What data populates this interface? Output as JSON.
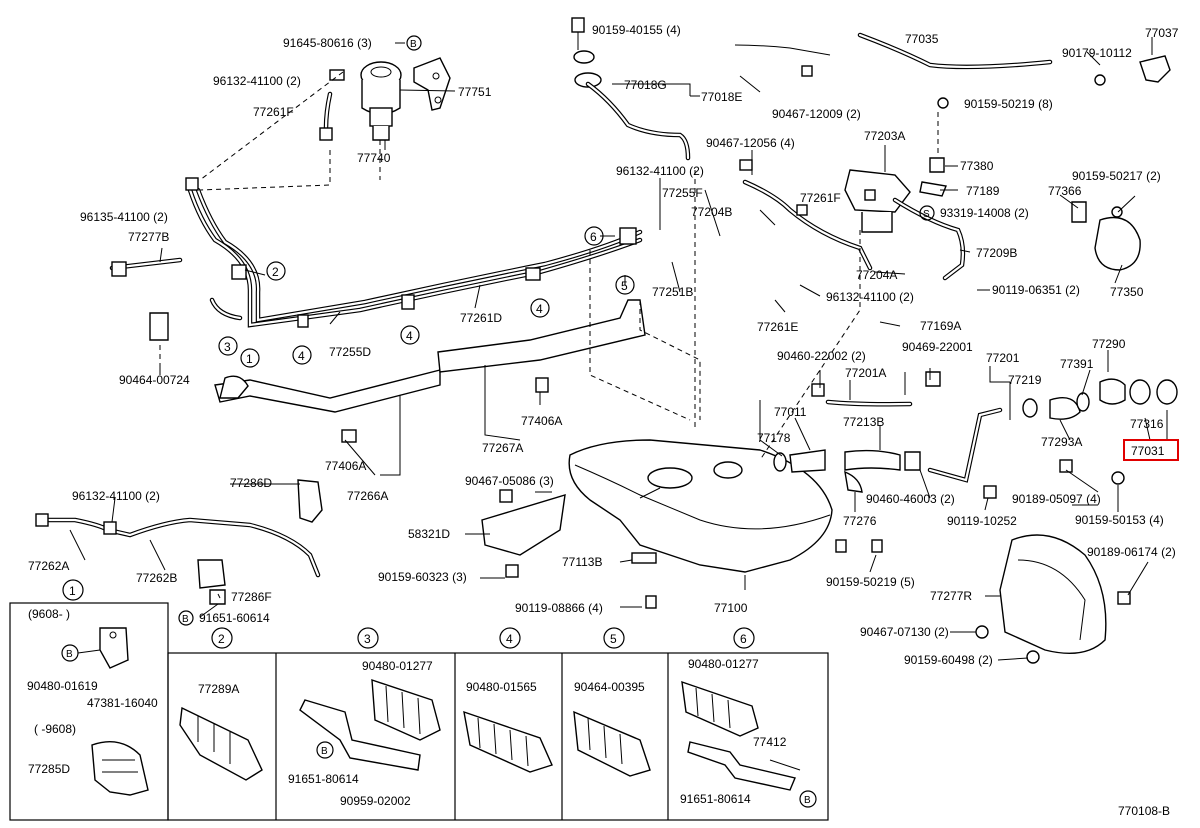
{
  "diagram_id": "770108-B",
  "highlight": {
    "label": "77031",
    "color": "#e00000"
  },
  "part_labels": [
    "91645-80616 (3)",
    "96132-41100 (2)",
    "77261F",
    "77740",
    "77751",
    "90159-40155 (4)",
    "77018G",
    "77018E",
    "77035",
    "90467-12009 (2)",
    "77037",
    "90179-10112",
    "90159-50219 (8)",
    "77203A",
    "90467-12056 (4)",
    "77380",
    "96132-41100 (2)",
    "77255F",
    "77189",
    "77204B",
    "77261F",
    "90159-50217 (2)",
    "77366",
    "93319-14008 (2)",
    "77209B",
    "96135-41100 (2)",
    "77277B",
    "77251B",
    "77204A",
    "90119-06351 (2)",
    "77350",
    "96132-41100 (2)",
    "77261D",
    "77255D",
    "77261E",
    "77169A",
    "90464-00724",
    "77290",
    "90460-22002 (2)",
    "90469-22001",
    "77201",
    "77391",
    "77201A",
    "77219",
    "77406A",
    "77267A",
    "77011",
    "77316",
    "77178",
    "77213B",
    "77293A",
    "77406A",
    "77266A",
    "77286D",
    "90467-05086 (3)",
    "90460-46003 (2)",
    "90189-05097 (4)",
    "90159-50153 (4)",
    "96132-41100 (2)",
    "58321D",
    "77276",
    "90119-10252",
    "77262A",
    "77262B",
    "77113B",
    "90159-60323 (3)",
    "90159-50219 (5)",
    "90189-06174 (2)",
    "77286F",
    "91651-60614",
    "90119-08866 (4)",
    "77100",
    "77277R",
    "90467-07130 (2)",
    "90159-60498 (2)"
  ],
  "callouts": [
    "1",
    "2",
    "3",
    "4",
    "5",
    "6"
  ],
  "letter_callouts": [
    "B",
    "S"
  ],
  "panel_1": {
    "number": "1",
    "range_top": "(9608-    )",
    "b_letter": "B",
    "label_a": "90480-01619",
    "label_b": "47381-16040",
    "range_bottom": "(    -9608)",
    "label_c": "77285D"
  },
  "panels": [
    {
      "number": "2",
      "labels": [
        "77289A"
      ]
    },
    {
      "number": "3",
      "labels": [
        "90480-01277",
        "91651-80614",
        "90959-02002"
      ],
      "b_letter": "B"
    },
    {
      "number": "4",
      "labels": [
        "90480-01565"
      ]
    },
    {
      "number": "5",
      "labels": [
        "90464-00395"
      ]
    },
    {
      "number": "6",
      "labels": [
        "90480-01277",
        "77412",
        "91651-80614"
      ],
      "b_letter": "B"
    }
  ]
}
